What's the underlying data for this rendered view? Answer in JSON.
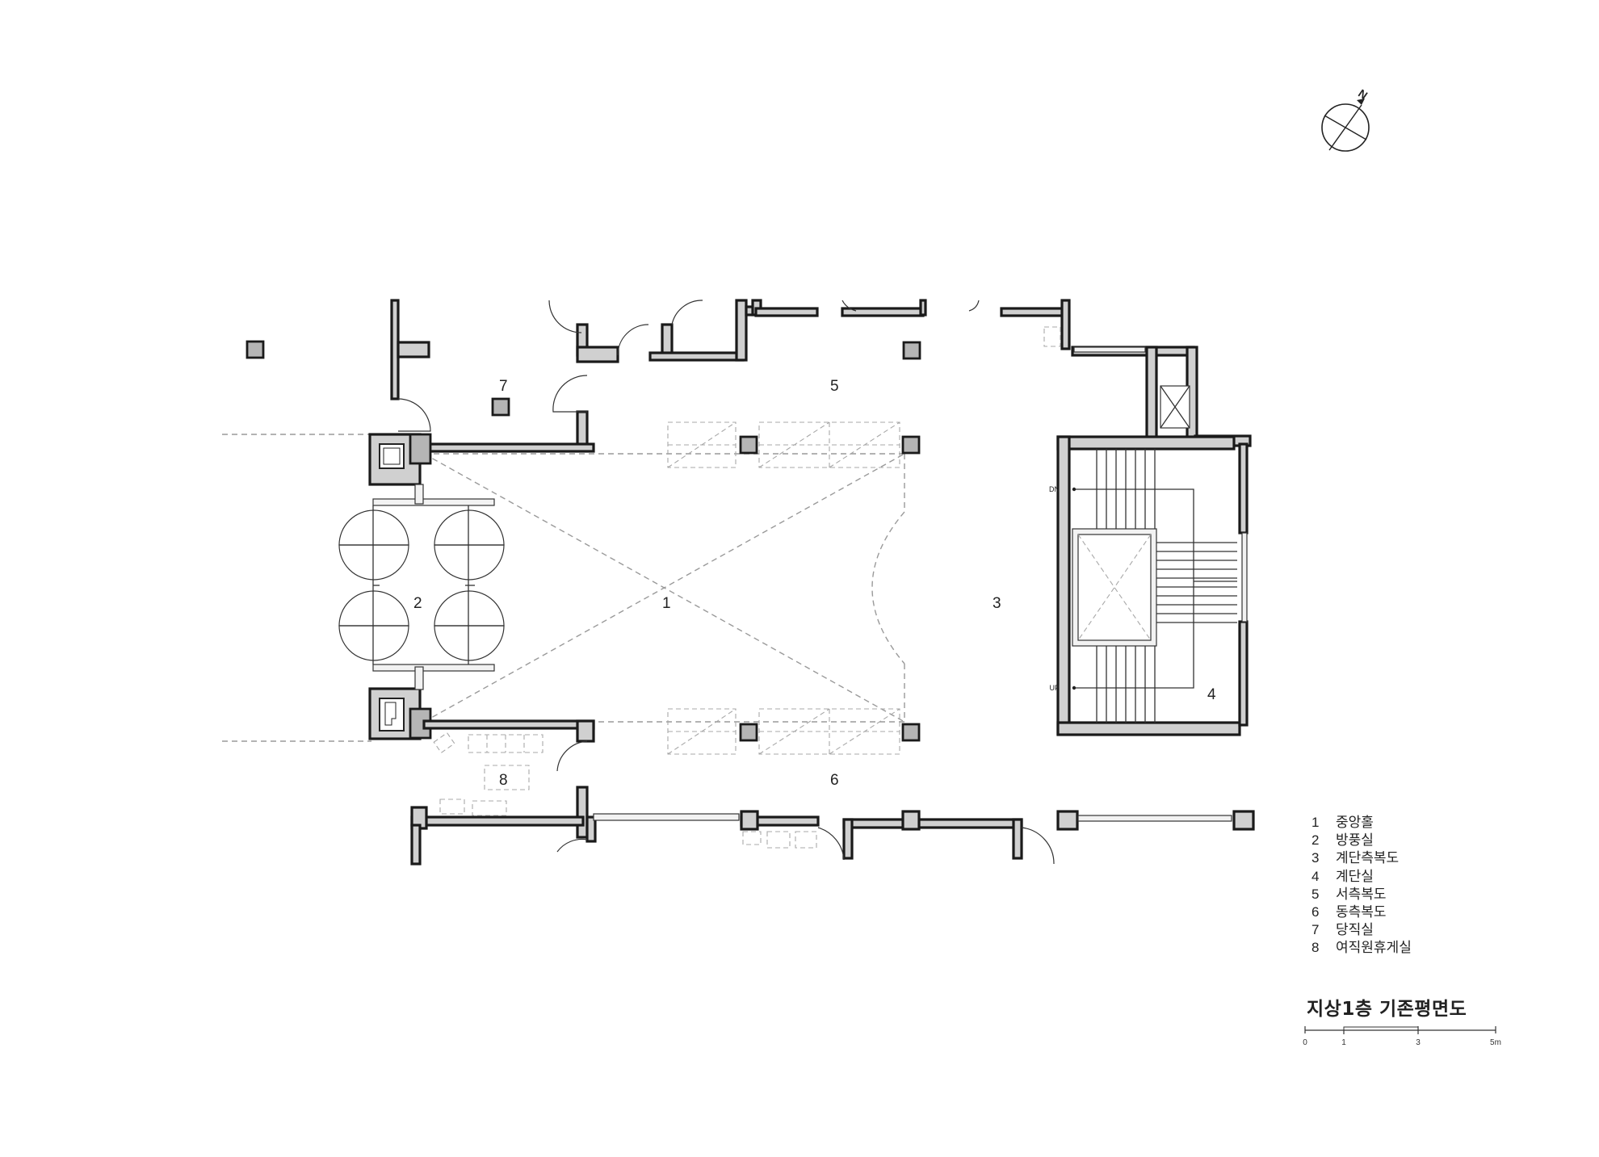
{
  "drawing_title": "지상1층 기존평면도",
  "north_label": "N",
  "rooms": [
    {
      "num": "1",
      "name": "중앙홀"
    },
    {
      "num": "2",
      "name": "방풍실"
    },
    {
      "num": "3",
      "name": "계단측복도"
    },
    {
      "num": "4",
      "name": "계단실"
    },
    {
      "num": "5",
      "name": "서측복도"
    },
    {
      "num": "6",
      "name": "동측복도"
    },
    {
      "num": "7",
      "name": "당직실"
    },
    {
      "num": "8",
      "name": "여직원휴게실"
    }
  ],
  "stair_labels": {
    "down": "DN",
    "up": "UP"
  },
  "scale": {
    "ticks": [
      "0",
      "1",
      "3",
      "5m"
    ]
  }
}
